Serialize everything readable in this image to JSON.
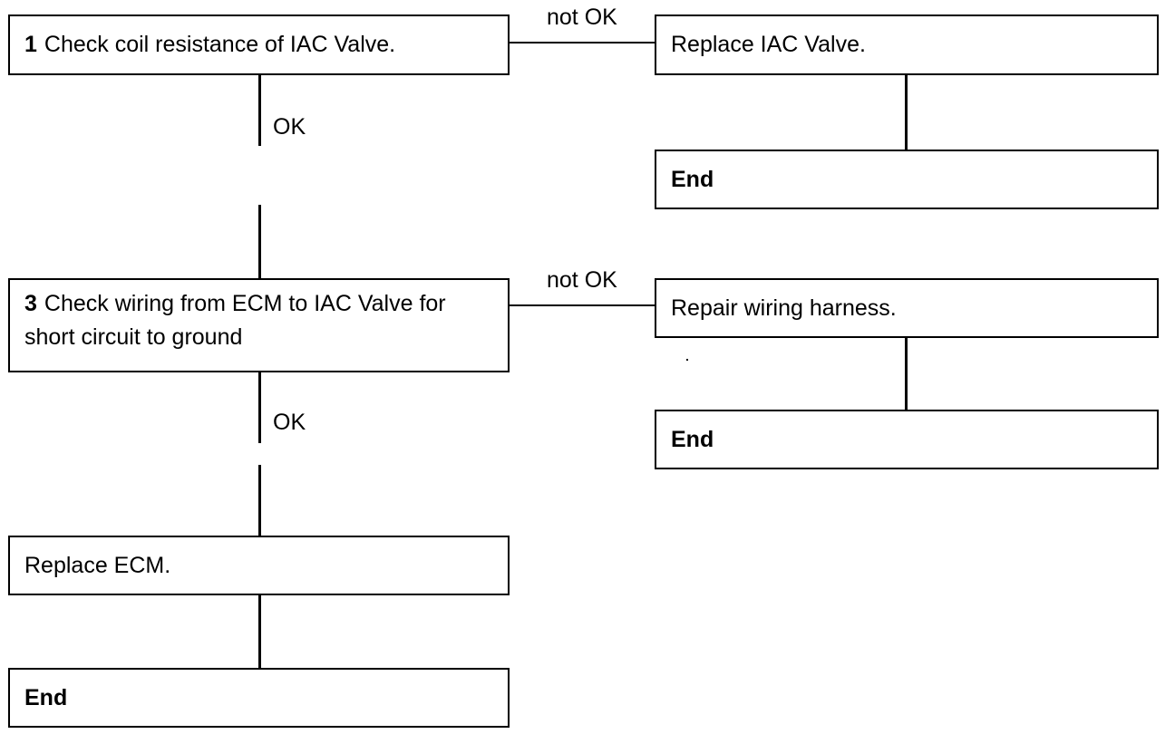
{
  "steps": {
    "s1": {
      "number": "1",
      "text": "Check coil resistance of IAC Valve."
    },
    "s1_fail": {
      "text": "Replace IAC Valve."
    },
    "s1_fail_end": {
      "text": "End"
    },
    "s3": {
      "number": "3",
      "line1": "Check wiring from ECM to IAC Valve for",
      "line2": "short circuit to ground"
    },
    "s3_fail": {
      "text": "Repair wiring harness."
    },
    "s3_fail_end": {
      "text": "End"
    },
    "s3_pass": {
      "text": "Replace ECM."
    },
    "s3_pass_end": {
      "text": "End"
    }
  },
  "labels": {
    "not_ok_1": "not OK",
    "ok_1": "OK",
    "not_ok_2": "not OK",
    "ok_2": "OK"
  }
}
